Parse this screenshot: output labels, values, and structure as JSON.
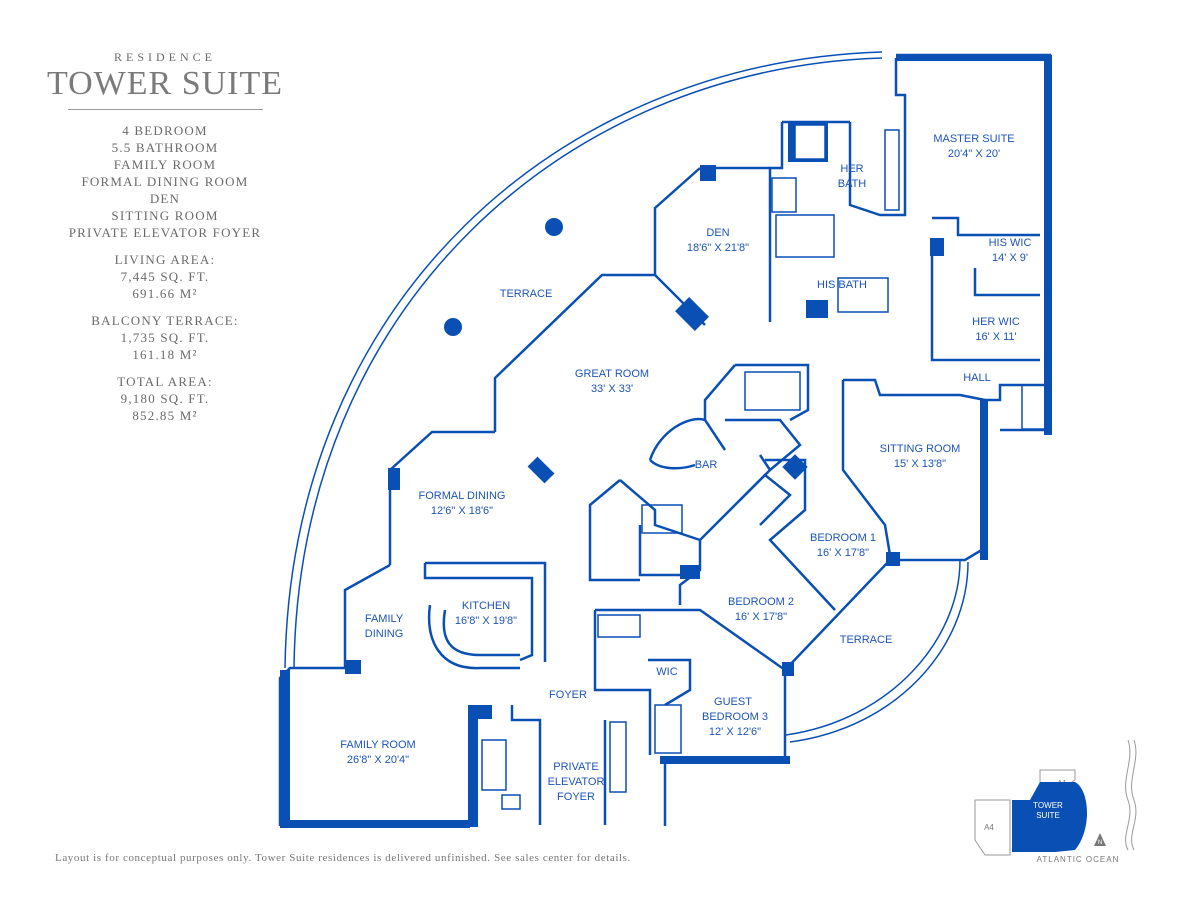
{
  "header": {
    "overline": "RESIDENCE",
    "title": "TOWER SUITE"
  },
  "features": [
    "4 BEDROOM",
    "5.5 BATHROOM",
    "FAMILY ROOM",
    "FORMAL DINING ROOM",
    "DEN",
    "SITTING ROOM",
    "PRIVATE ELEVATOR FOYER"
  ],
  "living": {
    "label": "LIVING AREA:",
    "sqft": "7,445 SQ. FT.",
    "sqm": "691.66 M²"
  },
  "balcony": {
    "label": "BALCONY TERRACE:",
    "sqft": "1,735 SQ. FT.",
    "sqm": "161.18 M²"
  },
  "total": {
    "label": "TOTAL AREA:",
    "sqft": "9,180 SQ. FT.",
    "sqm": "852.85 M²"
  },
  "disclaimer": "Layout is for conceptual purposes only. Tower Suite residences is delivered unfinished. See sales center for details.",
  "rooms": {
    "master_suite": {
      "name": "MASTER SUITE",
      "dims": "20'4\" X 20'"
    },
    "her_bath": {
      "name1": "HER",
      "name2": "BATH"
    },
    "den": {
      "name": "DEN",
      "dims": "18'6\" X 21'8\""
    },
    "his_wic": {
      "name": "HIS WIC",
      "dims": "14' X 9'"
    },
    "his_bath": {
      "name": "HIS BATH"
    },
    "her_wic": {
      "name": "HER WIC",
      "dims": "16' X 11'"
    },
    "terrace_top": {
      "name": "TERRACE"
    },
    "great_room": {
      "name": "GREAT ROOM",
      "dims": "33' X 33'"
    },
    "hall": {
      "name": "HALL"
    },
    "sitting_room": {
      "name": "SITTING ROOM",
      "dims": "15' X 13'8\""
    },
    "bar": {
      "name": "BAR"
    },
    "formal_dining": {
      "name": "FORMAL DINING",
      "dims": "12'6\" X 18'6\""
    },
    "bedroom1": {
      "name": "BEDROOM 1",
      "dims": "16' X 17'8\""
    },
    "bedroom2": {
      "name": "BEDROOM 2",
      "dims": "16' X 17'8\""
    },
    "kitchen": {
      "name": "KITCHEN",
      "dims": "16'8\" X 19'8\""
    },
    "family_dining": {
      "name1": "FAMILY",
      "name2": "DINING"
    },
    "terrace_right": {
      "name": "TERRACE"
    },
    "wic": {
      "name": "WIC"
    },
    "foyer": {
      "name": "FOYER"
    },
    "guest_bedroom": {
      "name1": "GUEST",
      "name2": "BEDROOM 3",
      "dims": "12' X 12'6\""
    },
    "family_room": {
      "name": "FAMILY ROOM",
      "dims": "26'8\" X 20'4\""
    },
    "elevator_foyer": {
      "name1": "PRIVATE",
      "name2": "ELEVATOR",
      "name3": "FOYER"
    }
  },
  "keyplan": {
    "unit_a1": "A1",
    "unit_a4": "A4",
    "highlight1": "TOWER",
    "highlight2": "SUITE",
    "north": "N",
    "ocean": "ATLANTIC OCEAN"
  },
  "colors": {
    "wall": "#0a4fb4",
    "text": "#1d55b8",
    "sidebar_text": "#6a6a6a"
  }
}
